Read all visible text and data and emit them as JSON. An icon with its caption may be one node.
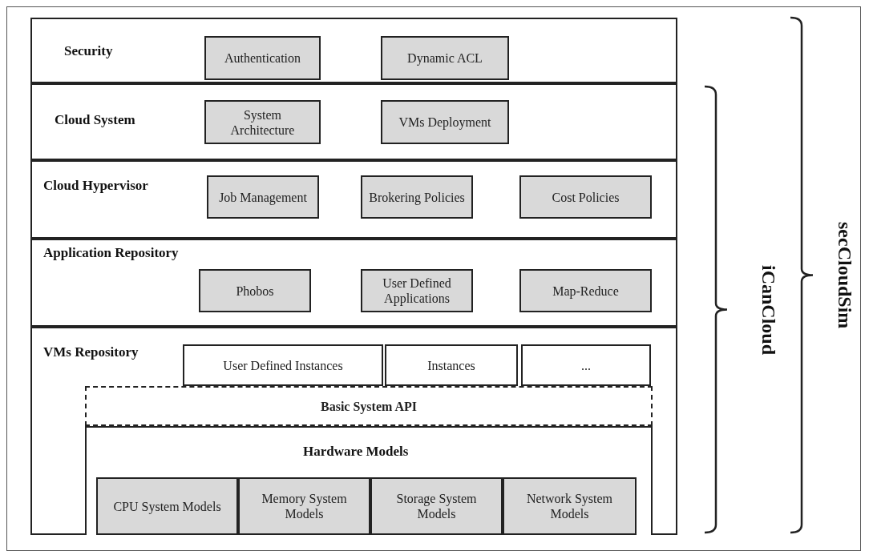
{
  "diagram": {
    "nodes": [
      {
        "text": [
          "Security"
        ]
      },
      {
        "text": [
          "Authentication"
        ],
        "in": 0
      },
      {
        "text": [
          "Dynamic ACL"
        ],
        "in": 0
      },
      {
        "text": [
          "Cloud System"
        ]
      },
      {
        "text": [
          "System Architecture"
        ],
        "in": 3
      },
      {
        "text": [
          "VMs Deployment"
        ],
        "in": 3
      },
      {
        "text": [
          "Cloud Hypervisor"
        ]
      },
      {
        "text": [
          "Job Management"
        ],
        "in": 6
      },
      {
        "text": [
          "Brokering Policies"
        ],
        "in": 6
      },
      {
        "text": [
          "Cost Policies"
        ],
        "in": 6
      },
      {
        "text": [
          "Application Repository"
        ]
      },
      {
        "text": [
          "Phobos"
        ],
        "in": 10
      },
      {
        "text": [
          "User Defined Applications"
        ],
        "in": 10
      },
      {
        "text": [
          "Map-Reduce"
        ],
        "in": 10
      },
      {
        "text": [
          "VMs Repository"
        ]
      },
      {
        "text": [
          "User Defined Instances"
        ],
        "in": 14
      },
      {
        "text": [
          "Instances"
        ],
        "in": 14
      },
      {
        "text": [
          "..."
        ],
        "in": 14
      },
      {
        "text": [
          "Basic System API"
        ],
        "in": 14
      },
      {
        "text": [
          "Hardware Models"
        ],
        "in": 14
      },
      {
        "text": [
          "CPU System Models"
        ],
        "in": 19
      },
      {
        "text": [
          "Memory System Models"
        ],
        "in": 19
      },
      {
        "text": [
          "Storage System Models"
        ],
        "in": 19
      },
      {
        "text": [
          "Network System Models"
        ],
        "in": 19
      }
    ],
    "edges": [],
    "labels": [
      "iCanCloud",
      "secCloudSim"
    ]
  }
}
